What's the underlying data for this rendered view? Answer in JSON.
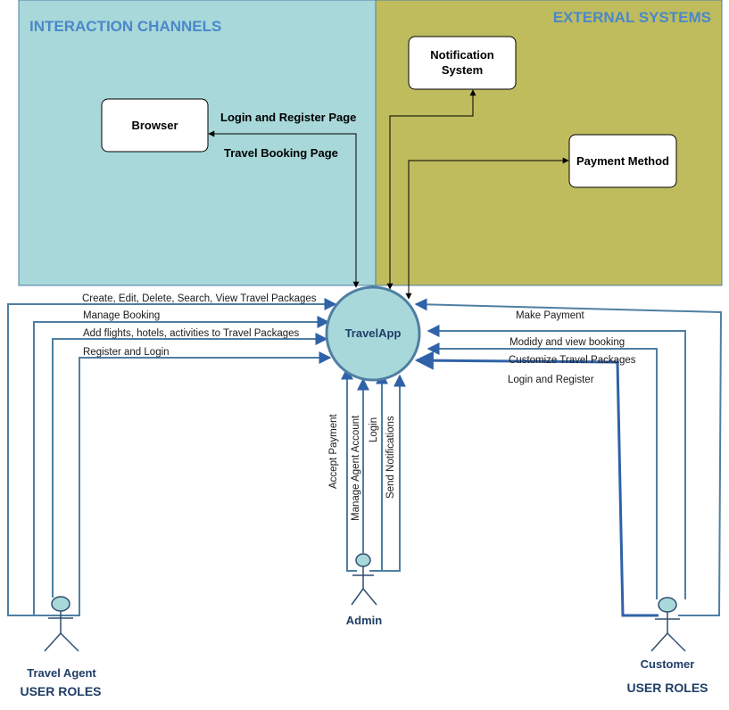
{
  "panels": {
    "interaction": {
      "title": "INTERACTION CHANNELS"
    },
    "external": {
      "title": "EXTERNAL SYSTEMS"
    }
  },
  "boxes": {
    "browser": "Browser",
    "notification_line1": "Notification",
    "notification_line2": "System",
    "payment": "Payment Method"
  },
  "center": {
    "label": "TravelApp"
  },
  "channel_links": {
    "login_register_page": "Login and Register Page",
    "travel_booking_page": "Travel Booking Page"
  },
  "agent_flows": {
    "create_edit": "Create, Edit, Delete, Search, View Travel Packages",
    "manage_booking": "Manage Booking",
    "add_flights": "Add flights, hotels, activities to Travel Packages",
    "register_login": "Register and Login"
  },
  "customer_flows": {
    "make_payment": "Make Payment",
    "modify_view": "Modidy and view booking",
    "customize": "Customize Travel Packages",
    "login_register": "Login and Register"
  },
  "admin_flows": {
    "accept_payment": "Accept Payment",
    "manage_agent": "Manage Agent Account",
    "login": "Login",
    "send_notifications": "Send Notifications"
  },
  "actors": {
    "travel_agent": "Travel Agent",
    "admin": "Admin",
    "customer": "Customer"
  },
  "roles": {
    "left": "USER ROLES",
    "right": "USER ROLES"
  },
  "colors": {
    "interaction_bg": "#a8d8da",
    "external_bg": "#bfbc5e",
    "panel_title": "#4a88c8",
    "connector": "#4f7fa3",
    "connector_strong": "#2f62a8",
    "actor_text": "#1f3e66",
    "center_fill": "#a8d8da"
  }
}
